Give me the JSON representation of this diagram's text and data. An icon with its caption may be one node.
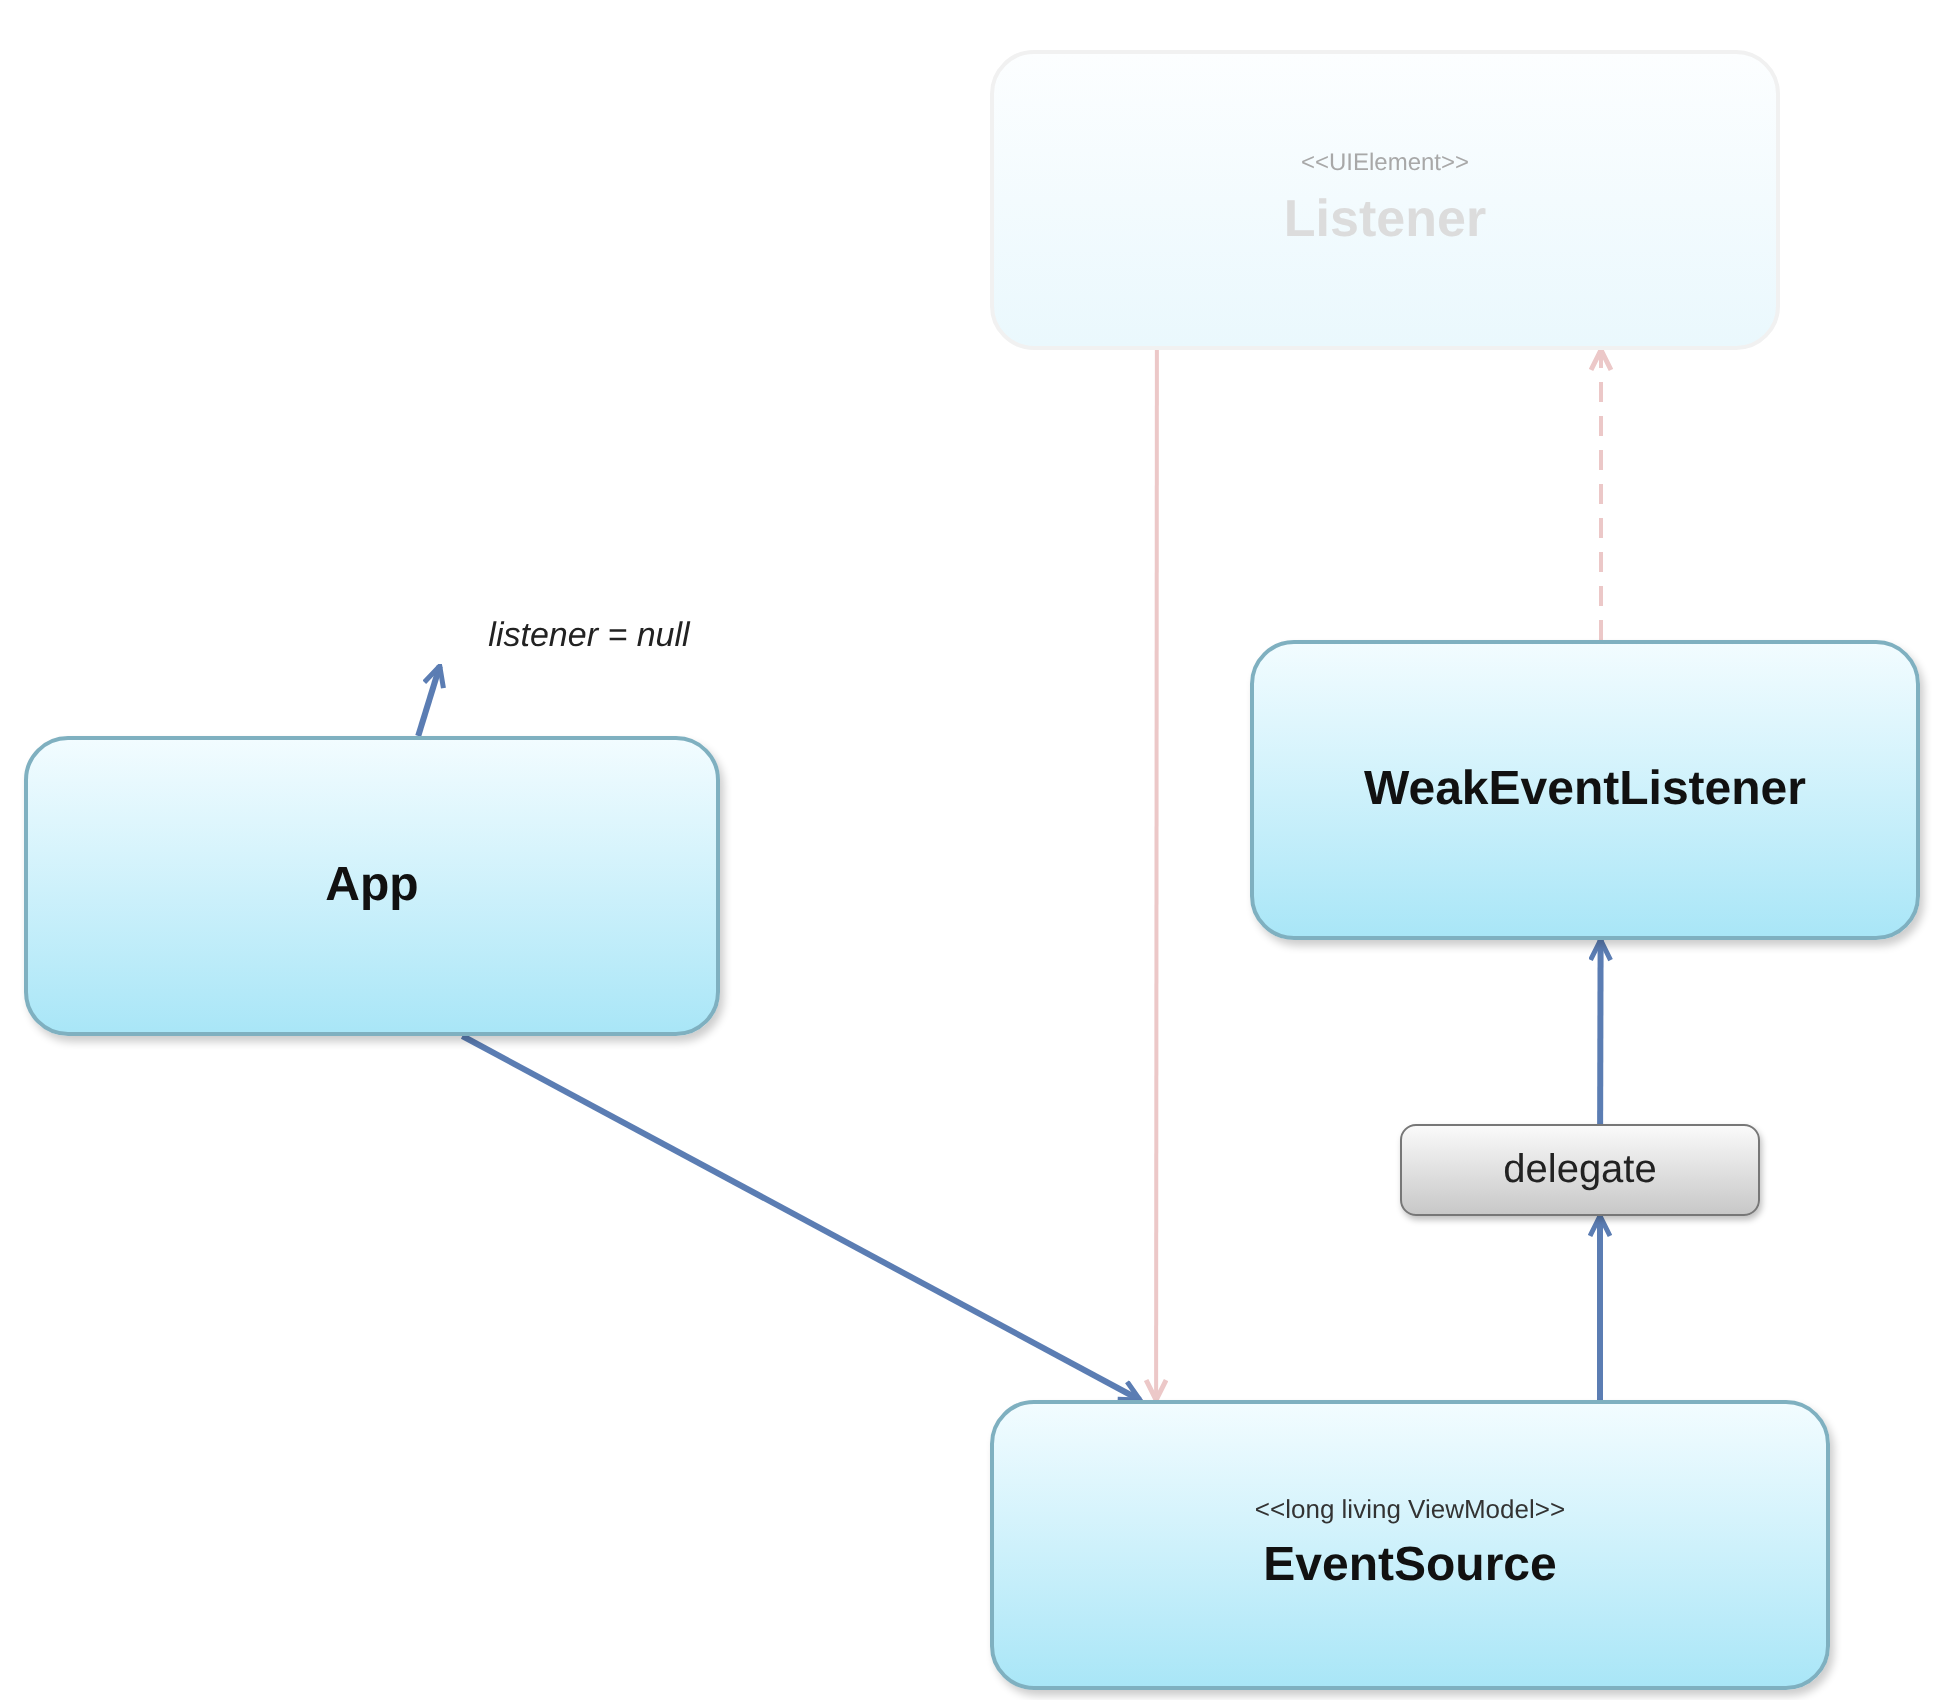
{
  "diagram": {
    "nodes": [
      {
        "text": [
          "<<UIElement>>",
          "Listener"
        ]
      },
      {
        "text": [
          "listener = null"
        ]
      },
      {
        "text": [
          "App"
        ]
      },
      {
        "text": [
          "WeakEventListener"
        ]
      },
      {
        "text": [
          "delegate"
        ]
      },
      {
        "text": [
          "<<long living ViewModel>>",
          "EventSource"
        ]
      }
    ],
    "edges": [
      {
        "from": 2,
        "to": 1,
        "arrow": "to"
      },
      {
        "from": 2,
        "to": 5,
        "arrow": "to"
      },
      {
        "from": 0,
        "to": 5,
        "arrow": "to",
        "color": "#ecc8c8"
      },
      {
        "from": 3,
        "to": 0,
        "arrow": "to",
        "style": "dashed",
        "color": "#ecc8c8"
      },
      {
        "from": 5,
        "to": 4,
        "arrow": "to"
      },
      {
        "from": 4,
        "to": 3,
        "arrow": "to"
      }
    ]
  }
}
